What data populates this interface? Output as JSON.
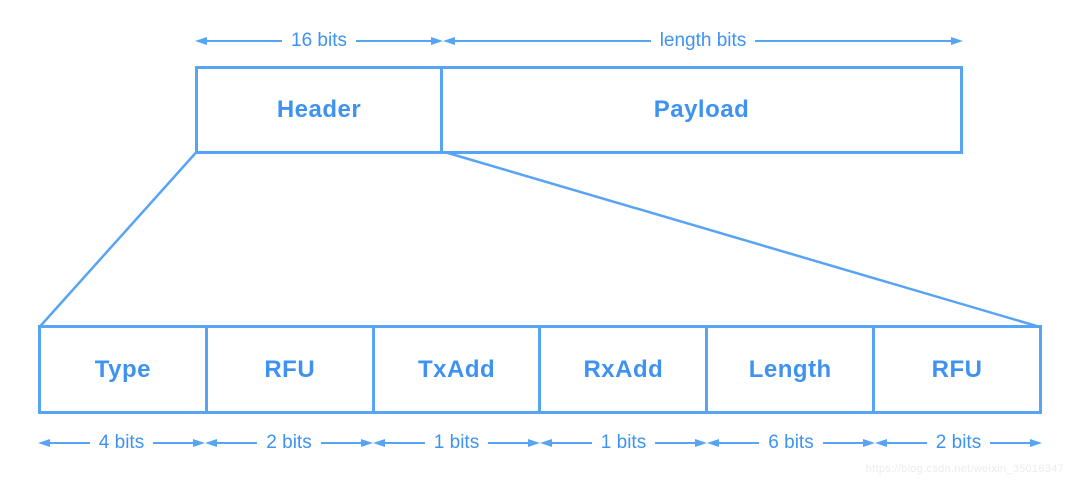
{
  "colors": {
    "line": "#58a4f4",
    "text": "#3e93f0",
    "watermark": "#ececec",
    "background": "#ffffff"
  },
  "packet": {
    "header": {
      "label": "Header",
      "bits": "16 bits"
    },
    "payload": {
      "label": "Payload",
      "bits": "length bits"
    }
  },
  "header_fields": [
    {
      "label": "Type",
      "bits": "4 bits"
    },
    {
      "label": "RFU",
      "bits": "2 bits"
    },
    {
      "label": "TxAdd",
      "bits": "1 bits"
    },
    {
      "label": "RxAdd",
      "bits": "1 bits"
    },
    {
      "label": "Length",
      "bits": "6 bits"
    },
    {
      "label": "RFU",
      "bits": "2 bits"
    }
  ],
  "watermark": "https://blog.csdn.net/weixin_35016347"
}
